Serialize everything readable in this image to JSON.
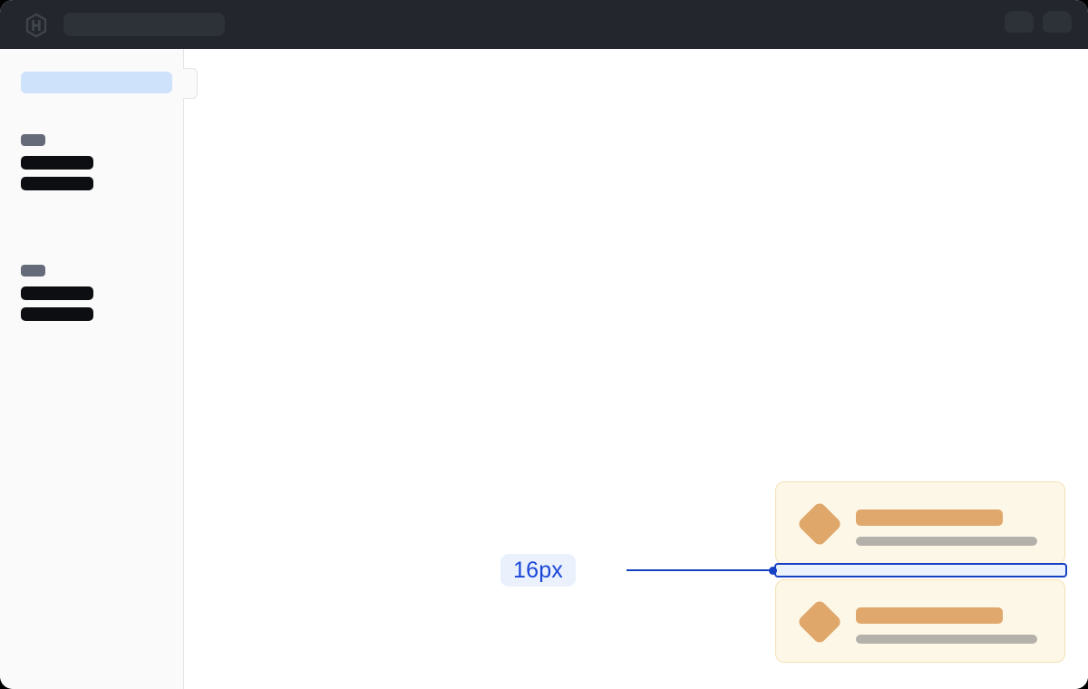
{
  "window": {
    "background_color": "#000000",
    "surface_color": "#ffffff"
  },
  "header": {
    "background_color": "#23262c",
    "logo_name": "hashicorp-logo",
    "search": {
      "value": "",
      "placeholder": ""
    },
    "actions": [
      {
        "name": "header-action-1",
        "label": ""
      },
      {
        "name": "header-action-2",
        "label": ""
      }
    ]
  },
  "sidebar": {
    "background_color": "#fafafa",
    "highlight": {
      "label": "",
      "color": "#cfe2fb"
    },
    "collapse_tab_label": "",
    "groups": [
      {
        "label": "",
        "items": [
          {
            "label": ""
          },
          {
            "label": ""
          }
        ]
      },
      {
        "label": "",
        "items": [
          {
            "label": ""
          },
          {
            "label": ""
          }
        ]
      }
    ]
  },
  "main": {
    "cards": [
      {
        "icon_name": "diamond-icon",
        "icon_color": "#dfa76a",
        "title": "",
        "subtitle": "",
        "background_color": "#fdf7e7",
        "border_color": "#f6e0b4"
      },
      {
        "icon_name": "diamond-icon",
        "icon_color": "#dfa76a",
        "title": "",
        "subtitle": "",
        "background_color": "#fdf7e7",
        "border_color": "#f6e0b4"
      }
    ],
    "measurement": {
      "value": "16px",
      "accent_color": "#1741c4",
      "fill_color": "#edf3fd",
      "label_background": "#eaf1fd",
      "label_color": "#1a46d8"
    }
  }
}
